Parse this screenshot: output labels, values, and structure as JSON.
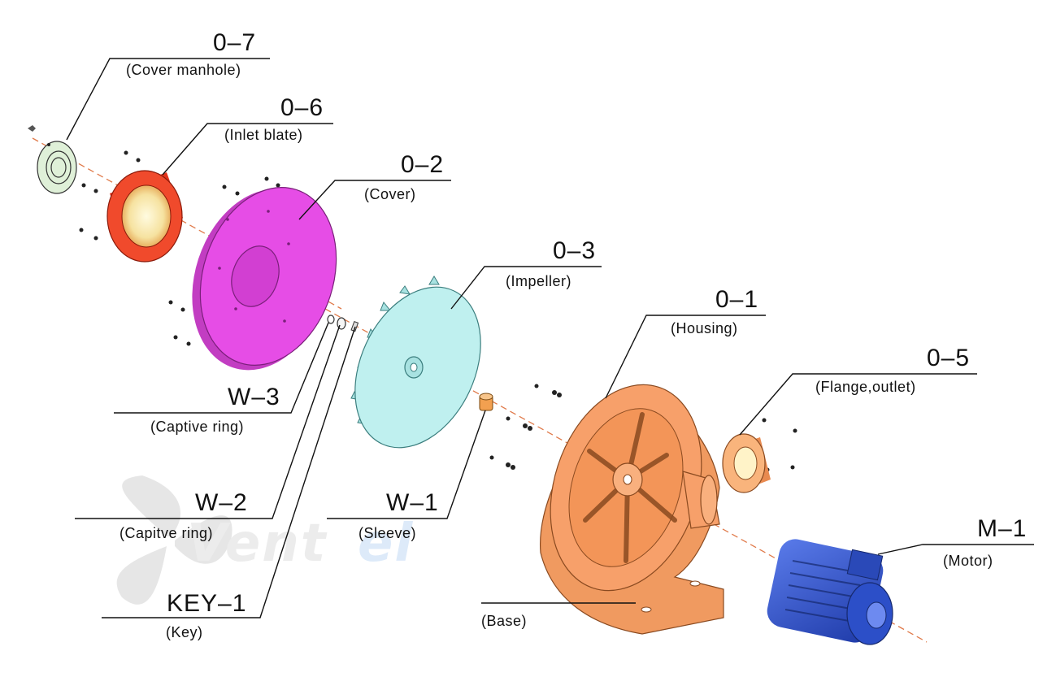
{
  "parts": [
    {
      "id": "cover-manhole",
      "code": "0–7",
      "name": "(Cover manhole)"
    },
    {
      "id": "inlet-plate",
      "code": "0–6",
      "name": "(Inlet blate)"
    },
    {
      "id": "cover",
      "code": "0–2",
      "name": "(Cover)"
    },
    {
      "id": "impeller",
      "code": "0–3",
      "name": "(Impeller)"
    },
    {
      "id": "housing",
      "code": "0–1",
      "name": "(Housing)"
    },
    {
      "id": "flange-outlet",
      "code": "0–5",
      "name": "(Flange,outlet)"
    },
    {
      "id": "motor",
      "code": "M–1",
      "name": "(Motor)"
    },
    {
      "id": "captive-ring-3",
      "code": "W–3",
      "name": "(Captive ring)"
    },
    {
      "id": "captive-ring-2",
      "code": "W–2",
      "name": "(Capitve ring)"
    },
    {
      "id": "sleeve",
      "code": "W–1",
      "name": "(Sleeve)"
    },
    {
      "id": "key",
      "code": "KEY–1",
      "name": "(Key)"
    },
    {
      "id": "base",
      "code": "",
      "name": "(Base)"
    }
  ],
  "watermark": {
    "text_left": "Vent",
    "text_right": "el"
  },
  "colors": {
    "cover_manhole": "#dff0d8",
    "inlet_plate": "#f04a2c",
    "cover": "#e64de6",
    "impeller": "#bff0ef",
    "housing": "#f7a06a",
    "flange": "#f9b47c",
    "motor": "#2c4fc8",
    "axis": "#e07a4a"
  }
}
